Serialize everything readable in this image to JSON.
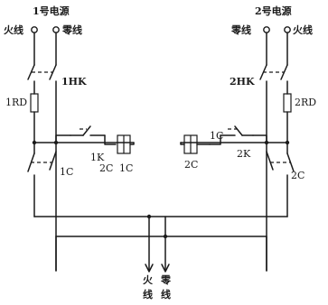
{
  "labels": {
    "source1_title": "1号电源",
    "source2_title": "2号电源",
    "live_left": "火线",
    "neutral_left": "零线",
    "neutral_right": "零线",
    "live_right": "火线",
    "hk1": "1HK",
    "hk2": "2HK",
    "rd1": "1RD",
    "rd2": "2RD",
    "k1": "1K",
    "k2": "2K",
    "c2_left": "2C",
    "c1_left_coil": "1C",
    "c1_main": "1C",
    "c1_right": "1C",
    "c2_right_coil": "2C",
    "c2_main": "2C",
    "out_live_1": "火",
    "out_live_2": "线",
    "out_neutral_1": "零",
    "out_neutral_2": "线"
  },
  "colors": {
    "ink": "#1a1a1a",
    "background": "#ffffff"
  }
}
